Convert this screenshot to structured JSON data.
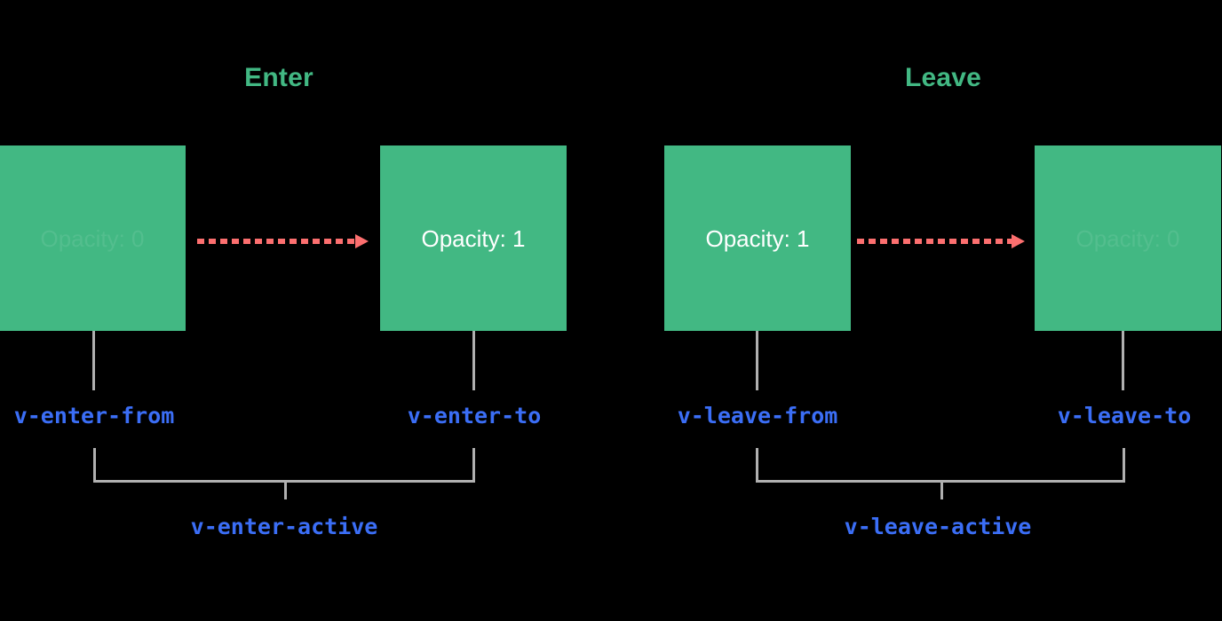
{
  "background_color": "#000000",
  "palette": {
    "green": "#42b883",
    "arrow_red": "#fc6f6f",
    "label_blue": "#3b6ef6",
    "connector_grey": "#b0b0b0",
    "box_text_white": "#ffffff"
  },
  "sections": {
    "enter": {
      "title": "Enter",
      "from": {
        "box_label": "Opacity: 0",
        "class_label": "v-enter-from",
        "faded": true
      },
      "to": {
        "box_label": "Opacity: 1",
        "class_label": "v-enter-to",
        "faded": false
      },
      "active_label": "v-enter-active",
      "arrow": "dashed-arrow-right-icon"
    },
    "leave": {
      "title": "Leave",
      "from": {
        "box_label": "Opacity: 1",
        "class_label": "v-leave-from",
        "faded": false
      },
      "to": {
        "box_label": "Opacity: 0",
        "class_label": "v-leave-to",
        "faded": true
      },
      "active_label": "v-leave-active",
      "arrow": "dashed-arrow-right-icon"
    }
  }
}
